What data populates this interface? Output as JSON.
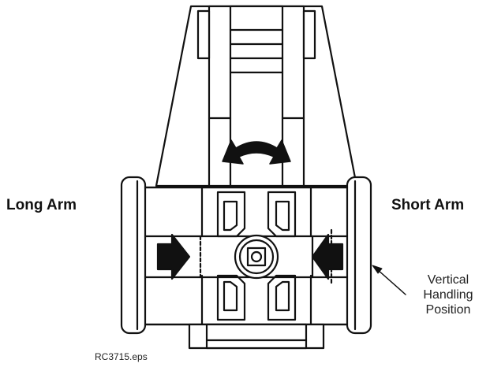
{
  "labels": {
    "long_arm": "Long Arm",
    "short_arm": "Short Arm",
    "callout_line1": "Vertical",
    "callout_line2": "Handling",
    "callout_line3": "Position",
    "filename": "RC3715.eps"
  },
  "icons": {
    "rotate_arrow": "curved-double-arrow-icon",
    "push_left": "arrow-right-icon",
    "push_right": "arrow-left-icon"
  },
  "colors": {
    "stroke": "#111111",
    "fill": "#ffffff",
    "arrow": "#111111"
  }
}
